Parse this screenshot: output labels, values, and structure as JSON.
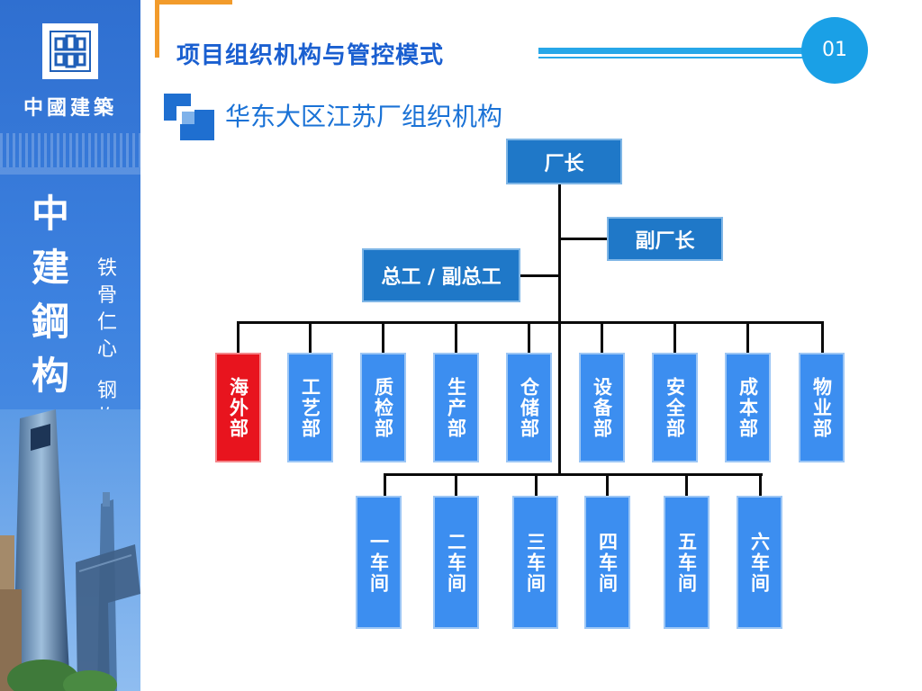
{
  "sidebar": {
    "brand": "中國建築",
    "slogan_main": "中建鋼构",
    "slogan_a": "铁骨仁心",
    "slogan_b": "钢构未来"
  },
  "header": {
    "title": "项目组织机构与管控模式",
    "page_number": "01",
    "subtitle": "华东大区江苏厂组织机构"
  },
  "org": {
    "top": "厂长",
    "deputy": "副厂长",
    "chief_engineer": "总工 / 副总工",
    "departments": [
      "海外部",
      "工艺部",
      "质检部",
      "生产部",
      "仓储部",
      "设备部",
      "安全部",
      "成本部",
      "物业部"
    ],
    "workshops": [
      "一车间",
      "二车间",
      "三车间",
      "四车间",
      "五车间",
      "六车间"
    ]
  },
  "colors": {
    "primary_blue": "#1f78c8",
    "box_blue": "#3c8ef0",
    "highlight_red": "#e8141e",
    "accent_orange": "#f29b2b",
    "title_blue": "#1a5fd0",
    "circle_blue": "#1aa0e6"
  }
}
